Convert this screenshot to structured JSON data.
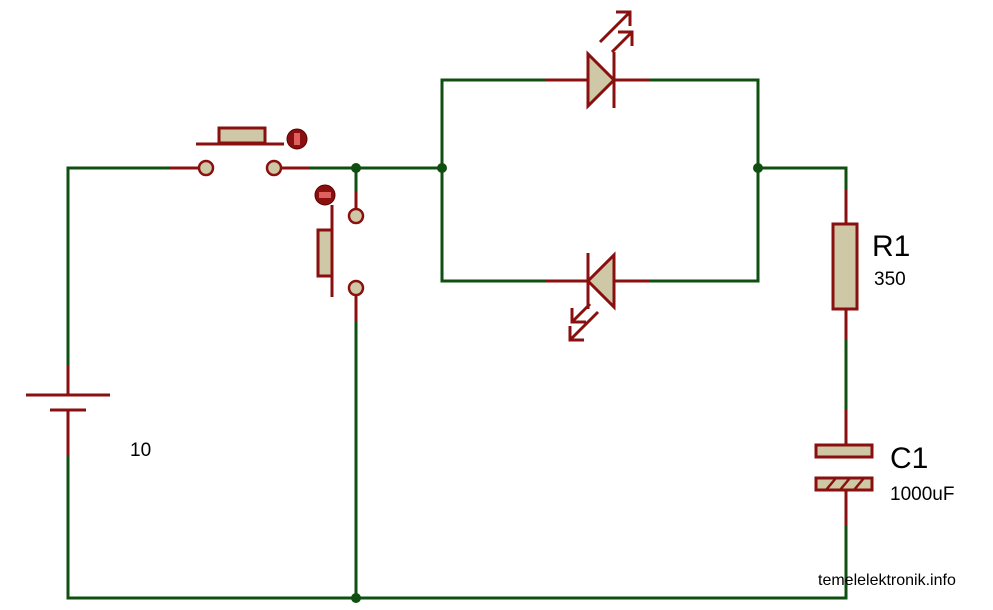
{
  "battery": {
    "value": "10"
  },
  "resistor": {
    "ref": "R1",
    "value": "350"
  },
  "capacitor": {
    "ref": "C1",
    "value": "1000uF"
  },
  "credit": "temelelektronik.info",
  "colors": {
    "wire": "#0f4f10",
    "component": "#8a1010",
    "component_fill": "#cfc8a6"
  }
}
